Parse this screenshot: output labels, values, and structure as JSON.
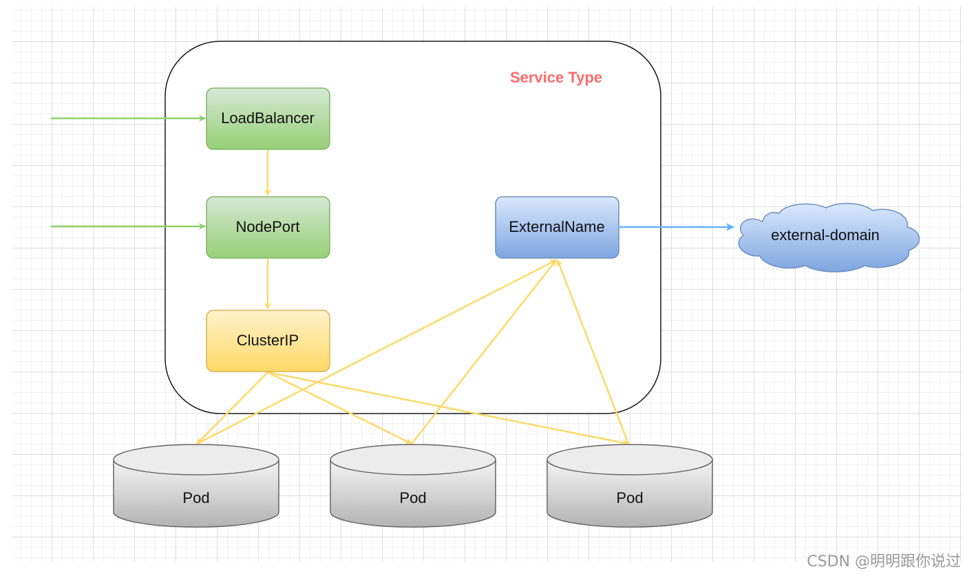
{
  "diagram": {
    "title": "Service Type",
    "nodes": {
      "loadbalancer": "LoadBalancer",
      "nodeport": "NodePort",
      "clusterip": "ClusterIP",
      "externalname": "ExternalName",
      "external_domain": "external-domain",
      "pods": [
        "Pod",
        "Pod",
        "Pod"
      ]
    }
  },
  "watermark": "CSDN @明明跟你说过",
  "colors": {
    "title": "#ff6b6b",
    "green_fill": "#8fd06a",
    "green_stroke": "#82b366",
    "yellow_fill": "#ffd966",
    "yellow_stroke": "#d6b656",
    "blue_fill": "#8fb3e6",
    "blue_stroke": "#6c8ebf",
    "pod_fill": "#d5d5d5",
    "pod_stroke": "#666666",
    "arrow_green": "#8fd06a",
    "arrow_yellow": "#ffd966",
    "arrow_blue": "#66b2ff"
  }
}
